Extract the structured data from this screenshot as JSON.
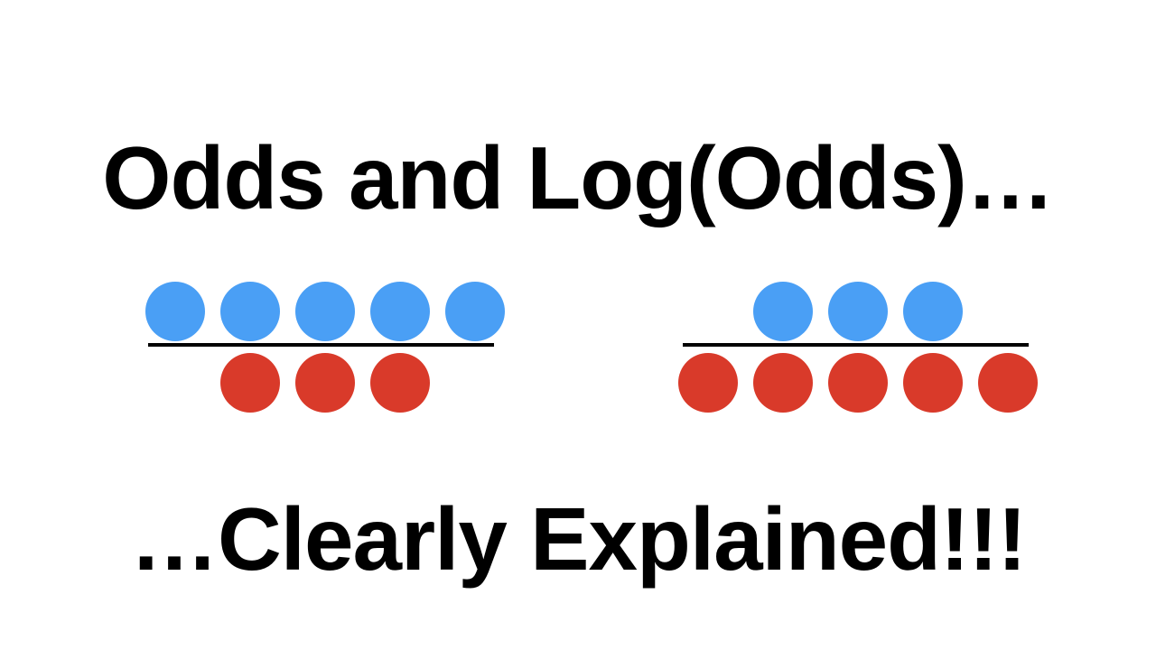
{
  "title": {
    "top_text": "Odds and Log(Odds)…",
    "bottom_text": "…Clearly Explained!!!"
  },
  "colors": {
    "blue": "#4A9FF5",
    "red": "#D93A2A",
    "line": "#000000"
  },
  "fractions": [
    {
      "name": "left",
      "numerator_count": 5,
      "denominator_count": 3
    },
    {
      "name": "right",
      "numerator_count": 3,
      "denominator_count": 5
    }
  ]
}
